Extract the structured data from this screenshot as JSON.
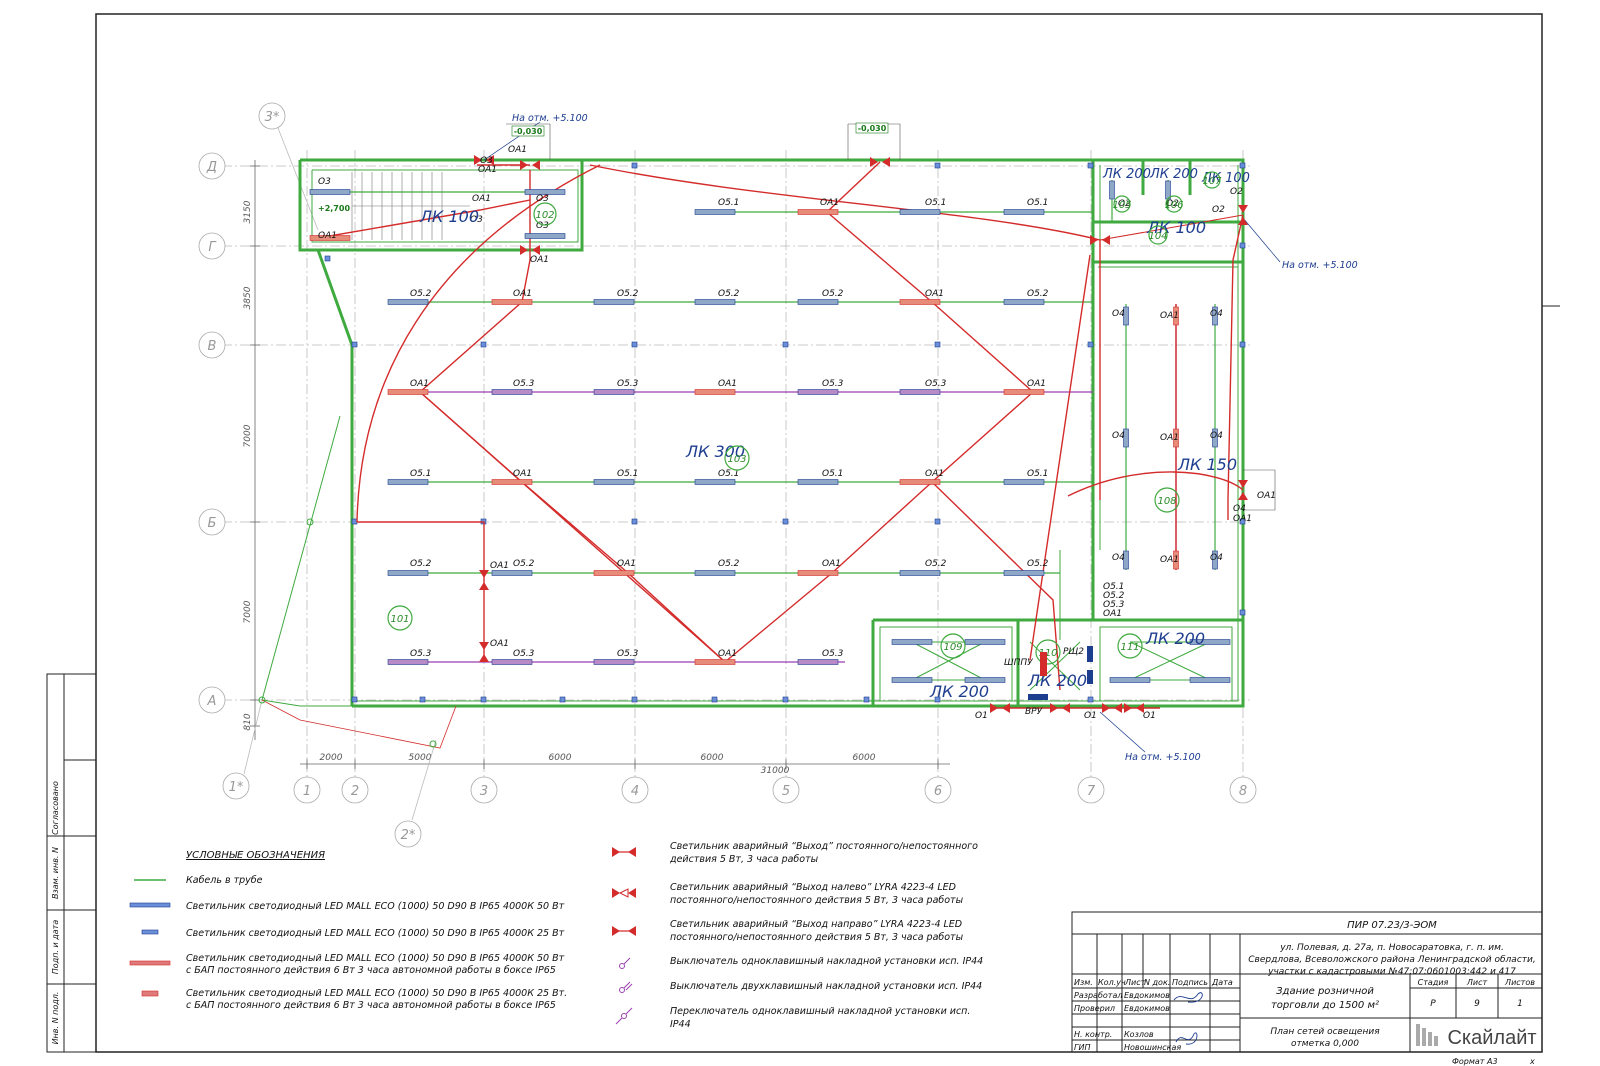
{
  "axes": {
    "letters": [
      "Д",
      "Г",
      "В",
      "Б",
      "А"
    ],
    "numbers": [
      "1",
      "2",
      "3",
      "4",
      "5",
      "6",
      "7",
      "8"
    ],
    "aux": [
      "3*",
      "1*",
      "2*"
    ]
  },
  "dimensions": {
    "vertical": [
      "3150",
      "3850",
      "7000",
      "7000",
      "810"
    ],
    "horizontal": [
      "2000",
      "5000",
      "6000",
      "6000",
      "6000"
    ],
    "total": "31000"
  },
  "rooms": {
    "lk_100": "ЛК 100",
    "lk_300": "ЛК 300",
    "lk_150": "ЛК 150",
    "lk_200": "ЛК 200",
    "n101": "101",
    "n102": "102",
    "n103": "103",
    "n104": "104",
    "n105": "105",
    "n106": "106",
    "n107": "107",
    "n108": "108",
    "n109": "109",
    "n110": "110",
    "n111": "111"
  },
  "equipment": {
    "shppu": "ШППУ",
    "rshch2": "РЩ2",
    "vru": "ВРУ"
  },
  "fixture_tags": {
    "o51": "О5.1",
    "o52": "О5.2",
    "o53": "О5.3",
    "oa1": "ОА1",
    "o3": "О3",
    "o2": "О2",
    "o4": "О4",
    "o1": "О1"
  },
  "levels": {
    "minus_030": "-0,030",
    "plus_2700": "+2,700"
  },
  "notes": {
    "elev": "На отм. +5.100"
  },
  "legend": {
    "title": "УСЛОВНЫЕ ОБОЗНАЧЕНИЯ",
    "cable": "Кабель в трубе",
    "led50": "Светильник светодиодный LED MALL ECO (1000) 50 D90 В IP65 4000К 50 Вт",
    "led25": "Светильник светодиодный LED MALL ECO (1000) 50 D90 В IP65 4000К 25 Вт",
    "led50_bap_1": "Светильник светодиодный LED MALL ECO (1000) 50 D90 В IP65 4000К 50 Вт",
    "led50_bap_2": "с БАП постоянного действия 6 Вт 3 часа автономной работы в боксе IP65",
    "led25_bap_1": "Светильник светодиодный LED MALL ECO (1000) 50 D90 В IP65 4000К 25 Вт.",
    "led25_bap_2": "с БАП постоянного действия 6 Вт 3 часа автономной работы в боксе IP65",
    "exit_1": "Светильник аварийный “Выход” постоянного/непостоянного",
    "exit_2": "действия 5 Вт, 3 часа работы",
    "exit_left_1": "Светильник аварийный “Выход налево” LYRA 4223-4 LED",
    "exit_left_2": "постоянного/непостоянного действия 5 Вт, 3 часа работы",
    "exit_right_1": "Светильник аварийный “Выход направо” LYRA 4223-4 LED",
    "exit_right_2": "постоянного/непостоянного действия 5 Вт, 3 часа работы",
    "switch1": "Выключатель одноклавишный накладной установки исп. IP44",
    "switch2": "Выключатель двухклавишный накладной установки исп. IP44",
    "toggle_1": "Переключатель одноклавишный накладной установки исп.",
    "toggle_2": "IP44"
  },
  "side_stamp": {
    "agreed": "Согласовано",
    "inv_replace": "Взам. инв. N",
    "sign_date": "Подп. и дата",
    "inv_orig": "Инв. N подл."
  },
  "title_block": {
    "code": "ПИР 07.23/3-ЭОМ",
    "address_1": "ул. Полевая, д. 27а, п. Новосаратовка, г. п. им.",
    "address_2": "Свердлова, Всеволожского района Ленинградской области,",
    "address_3": "участки с кадастровыми №47:07:0601003:442 и 417",
    "headers": [
      "Изм.",
      "Кол.уч",
      "Лист",
      "N док.",
      "Подпись",
      "Дата"
    ],
    "role_dev": "Разработал",
    "role_check": "Проверил",
    "role_nk": "Н. контр.",
    "role_gip": "ГИП",
    "name_1": "Евдокимов",
    "name_2": "Евдокимов",
    "name_3": "Козлов",
    "name_4": "Новошинская",
    "project_1": "Здание розничной",
    "project_2": "торговли до 1500 м²",
    "sheet_title_1": "План сетей освещения",
    "sheet_title_2": "отметка 0,000",
    "stage_label": "Стадия",
    "sheet_label": "Лист",
    "sheets_label": "Листов",
    "stage": "Р",
    "sheet": "9",
    "sheets": "1",
    "company": "Скайлайт",
    "format": "Формат А3",
    "x": "х"
  },
  "colors": {
    "green": "#3faa3f",
    "red": "#d42b2b",
    "purple": "#9a3fb0",
    "blue": "#1d3d8f",
    "grid": "#bbbbbb"
  }
}
